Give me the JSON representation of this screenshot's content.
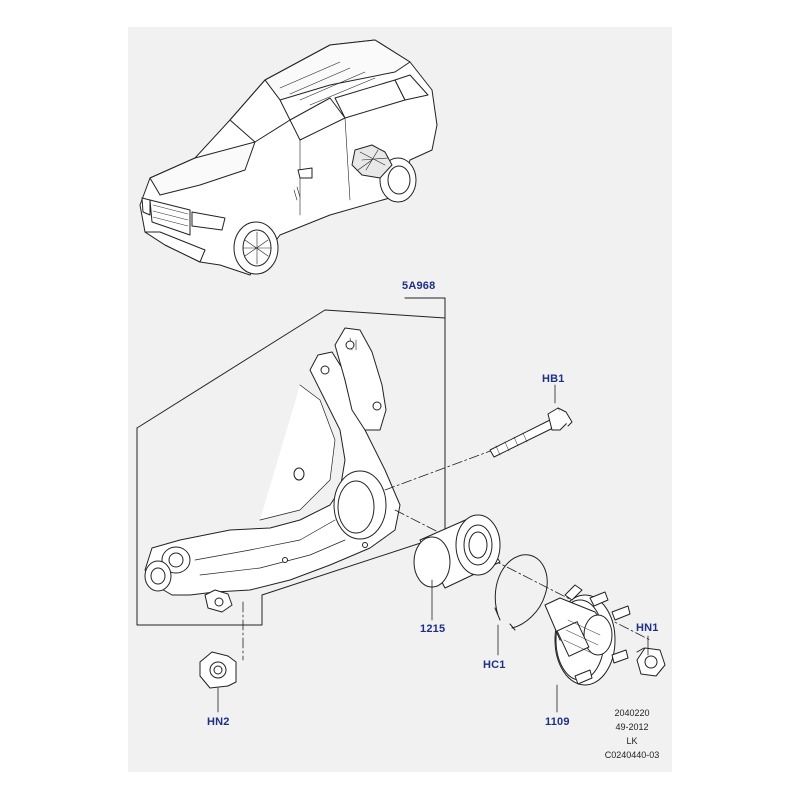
{
  "callouts": {
    "knuckle": "5A968",
    "bolt": "HB1",
    "bearing": "1215",
    "circlip": "HC1",
    "hub": "1109",
    "hub_nut": "HN1",
    "sensor_nut": "HN2"
  },
  "meta": {
    "line1": "2040220",
    "line2": "49-2012",
    "line3": "LK",
    "line4": "C0240440-03"
  },
  "colors": {
    "callout": "#1f2f86",
    "line": "#222222",
    "panel": "#f1f1f1"
  }
}
